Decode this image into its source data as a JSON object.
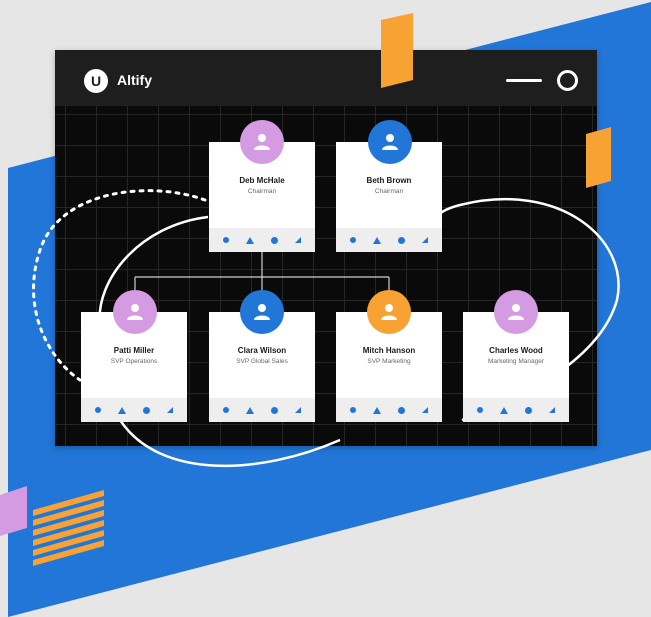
{
  "app": {
    "title": "Altify",
    "logo_letter": "U",
    "window_controls": [
      "minimize-icon",
      "maximize-icon"
    ]
  },
  "colors": {
    "background": "#e6e6e6",
    "blue_panel": "#2176d8",
    "accent_orange": "#f7a233",
    "accent_purple": "#d49be3",
    "window_dark": "#0a0a0a",
    "titlebar": "#1e1e1e"
  },
  "org_chart": {
    "top_row": [
      {
        "name": "Deb McHale",
        "role": "Chairman",
        "avatar_color": "#d49be3"
      },
      {
        "name": "Beth Brown",
        "role": "Chairman",
        "avatar_color": "#2176d8"
      }
    ],
    "second_row": [
      {
        "name": "Patti Miller",
        "role": "SVP Operations",
        "avatar_color": "#d49be3"
      },
      {
        "name": "Clara Wilson",
        "role": "SVP Global Sales",
        "avatar_color": "#2176d8"
      },
      {
        "name": "Mitch Hanson",
        "role": "SVP Marketing",
        "avatar_color": "#f7a233"
      },
      {
        "name": "Charles Wood",
        "role": "Marketing Manager",
        "avatar_color": "#d49be3"
      }
    ],
    "card_footer_icons": [
      "dot-icon",
      "triangle-icon",
      "circle-icon",
      "corner-icon"
    ]
  }
}
